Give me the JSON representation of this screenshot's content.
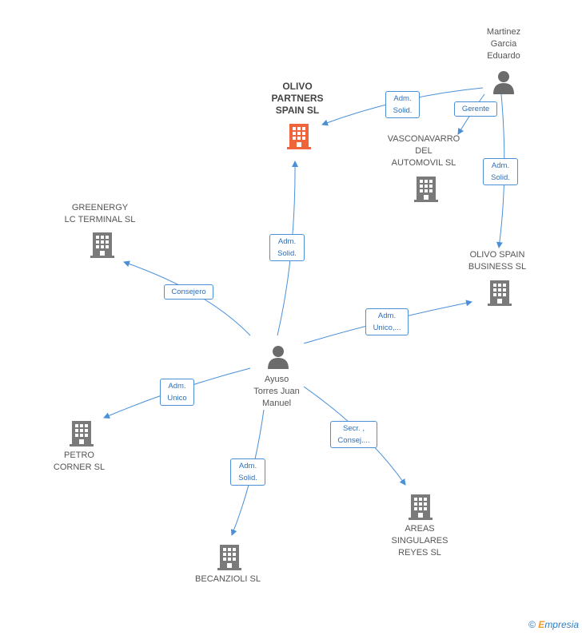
{
  "colors": {
    "edge": "#4a90d9",
    "company": "#7a7a7a",
    "company_main": "#f0643c",
    "person": "#6b6b6b"
  },
  "nodes": {
    "olivo_partners": {
      "label": "OLIVO\nPARTNERS\nSPAIN SL",
      "icon": "building-icon"
    },
    "martinez": {
      "label": "Martinez\nGarcia\nEduardo",
      "icon": "person-icon"
    },
    "vasconavarro": {
      "label": "VASCONAVARRO\nDEL\nAUTOMOVIL SL",
      "icon": "building-icon"
    },
    "greenergy": {
      "label": "GREENERGY\nLC TERMINAL  SL",
      "icon": "building-icon"
    },
    "olivo_spain": {
      "label": "OLIVO SPAIN\nBUSINESS  SL",
      "icon": "building-icon"
    },
    "ayuso": {
      "label": "Ayuso\nTorres Juan\nManuel",
      "icon": "person-icon"
    },
    "petro": {
      "label": "PETRO\nCORNER  SL",
      "icon": "building-icon"
    },
    "becanzioli": {
      "label": "BECANZIOLI SL",
      "icon": "building-icon"
    },
    "areas": {
      "label": "AREAS\nSINGULARES\nREYES  SL",
      "icon": "building-icon"
    }
  },
  "edges": {
    "martinez_olivo_partners": "Adm.\nSolid.",
    "martinez_vasconavarro": "Gerente",
    "martinez_olivo_spain": "Adm.\nSolid.",
    "ayuso_olivo_partners": "Adm.\nSolid.",
    "ayuso_greenergy": "Consejero",
    "ayuso_olivo_spain": "Adm.\nUnico,...",
    "ayuso_petro": "Adm.\nUnico",
    "ayuso_becanzioli": "Adm.\nSolid.",
    "ayuso_areas": "Secr. ,\nConsej...."
  },
  "footer": {
    "copyright": "©",
    "brand_first": "E",
    "brand_rest": "mpresia"
  }
}
